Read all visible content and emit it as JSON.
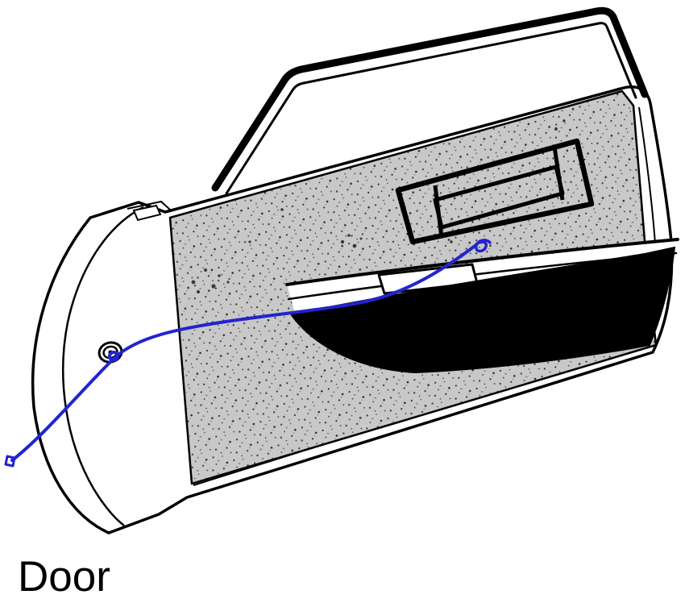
{
  "diagram": {
    "label": "Door",
    "subject": "car door interior panel line drawing",
    "annotation": {
      "type": "freehand-pen-line",
      "description": "blue freehand stroke from lower-left through the door lock cylinder up to the middle of the panel"
    }
  },
  "colors": {
    "ink": "#000000",
    "panel-gray": "#c8c8c8",
    "annotation-blue": "#2323cf",
    "background": "#ffffff"
  }
}
